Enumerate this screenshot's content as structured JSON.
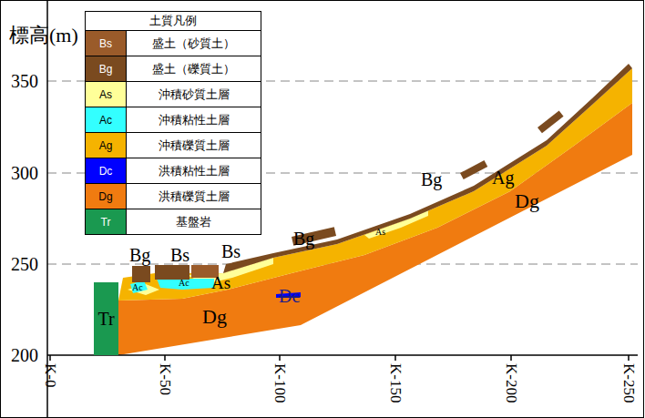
{
  "diagram": {
    "nodes": [
      {
        "text": [
          "Tr"
        ]
      }
    ],
    "labels": [
      "標高(m)",
      "350",
      "300",
      "250",
      "200",
      "K-0",
      "K-50",
      "K-100",
      "K-150",
      "K-200",
      "K-250",
      "土質凡例",
      "Bs",
      "Bg",
      "As",
      "Ac",
      "Ag",
      "Dc",
      "Dg",
      "Tr",
      "Bg",
      "Bs",
      "Bs",
      "Bg",
      "As",
      "Ac",
      "Ac",
      "As",
      "Bg",
      "Ag",
      "Dc",
      "Dg",
      "Dg"
    ],
    "legend": [
      {
        "text": "盛土（砂質土）",
        "color": "#9a5b2a"
      },
      {
        "text": "盛土（礫質土）",
        "color": "#7a4a1f"
      },
      {
        "text": "沖積砂質土層",
        "color": "#ffff99"
      },
      {
        "text": "沖積粘性土層",
        "color": "#33ffff"
      },
      {
        "text": "沖積礫質土層",
        "color": "#f5b300"
      },
      {
        "text": "洪積粘性土層",
        "color": "#0000ff"
      },
      {
        "text": "洪積礫質土層",
        "color": "#f07b10"
      },
      {
        "text": "基盤岩",
        "color": "#1a9950"
      }
    ]
  }
}
